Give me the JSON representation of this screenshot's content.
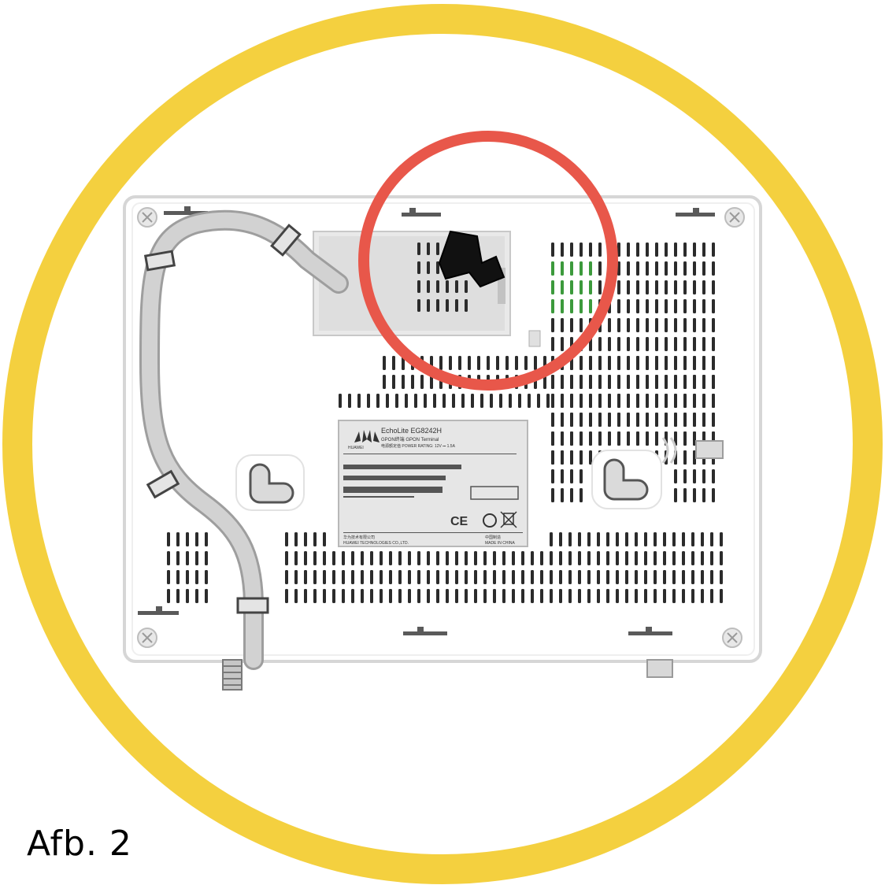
{
  "caption": "Afb. 2",
  "colors": {
    "outer_ring": "#F4D03F",
    "highlight_ring": "#E8574A",
    "device_body": "#FFFFFF",
    "device_edge": "#D8D8D8",
    "vent": "#2B2B2B",
    "vent_green": "#3C9A3C",
    "cable": "#C9C9C9",
    "label_plate": "#E6E6E6"
  },
  "device": {
    "label": {
      "brand": "HUAWEI",
      "model": "EchoLite EG8242H",
      "subtitle": "GPON终端 GPON Terminal",
      "power": "电源额定值 POWER RATING: 12V ⎓ 1.5A",
      "manufacturer_cn": "华为技术有限公司",
      "manufacturer": "HUAWEI TECHNOLOGIES CO.,LTD.",
      "origin_cn": "中国制造",
      "origin": "MADE IN CHINA",
      "marks": "CE"
    }
  }
}
